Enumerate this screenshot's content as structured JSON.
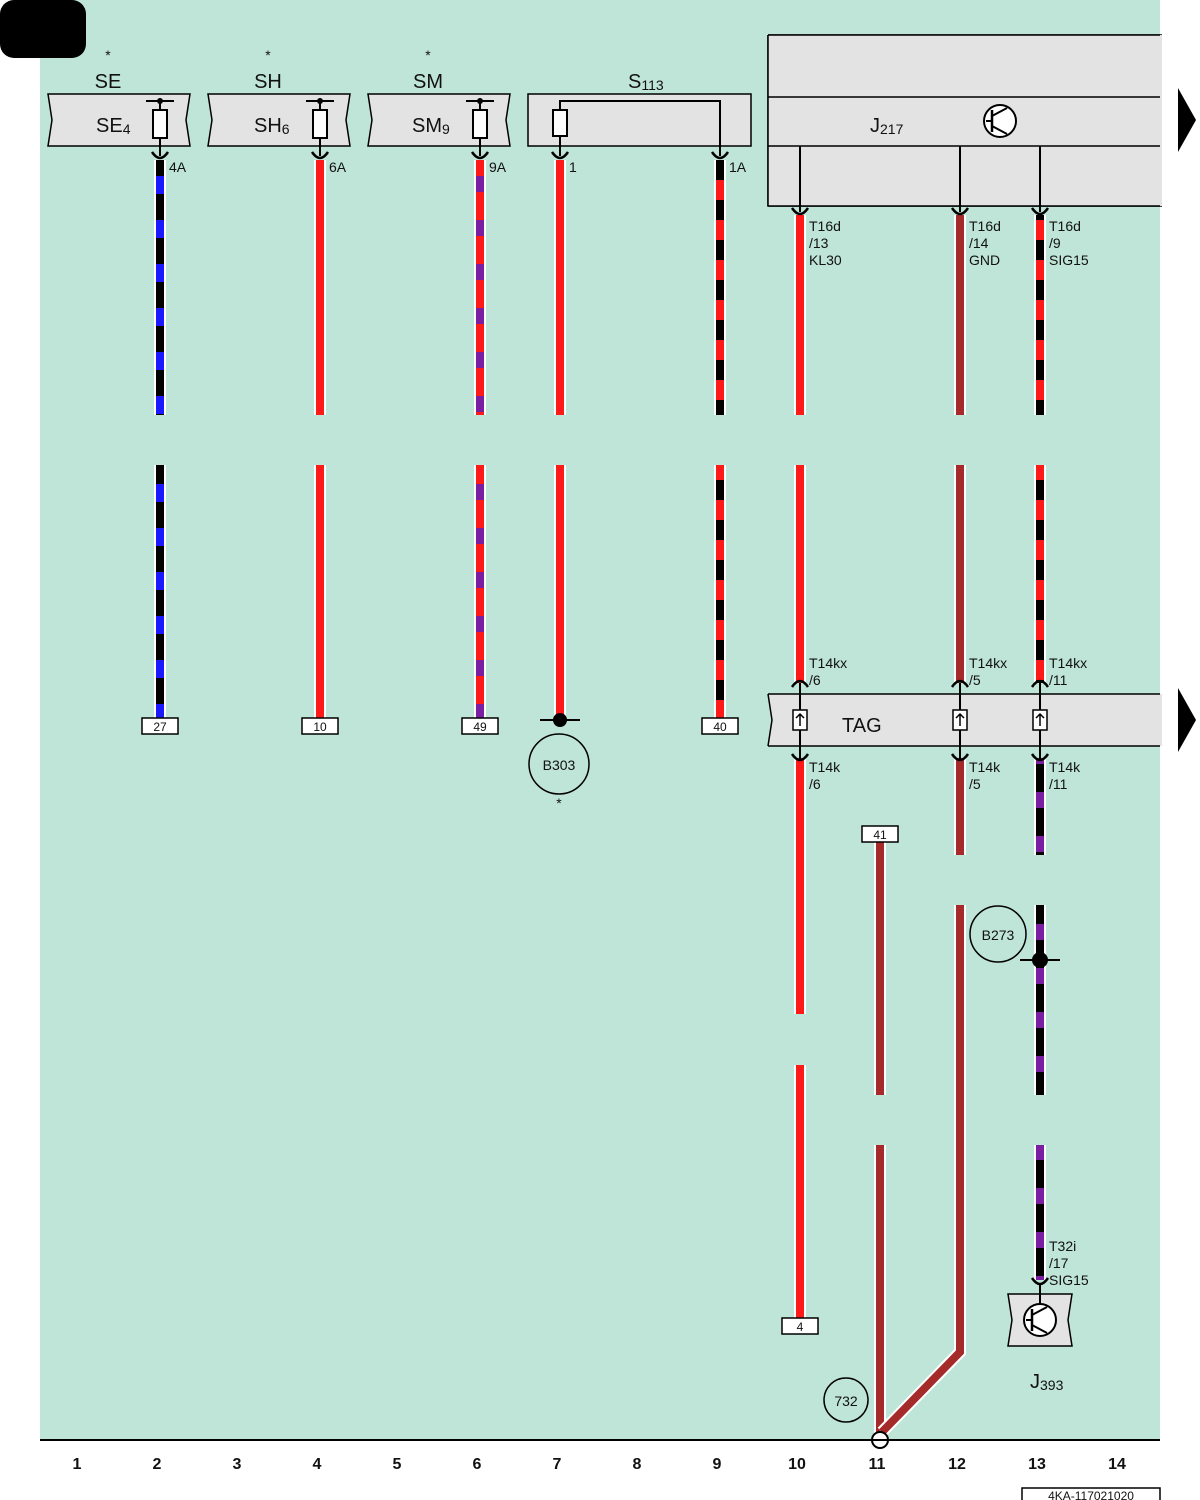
{
  "colors": {
    "background": "#bfe4d8",
    "component": "#e3e3e3",
    "red": "#ff1a1a",
    "brown": "#a52a2a",
    "black": "#000000",
    "blue": "#1a1aff",
    "violet": "#7a1fa2"
  },
  "fuse_holders": [
    {
      "id": "SE",
      "star": "*",
      "name": "SE",
      "fuse_main": "SE",
      "fuse_sub": "4",
      "pin": "4A",
      "connector": "27",
      "wire": "bl/sw"
    },
    {
      "id": "SH",
      "star": "*",
      "name": "SH",
      "fuse_main": "SH",
      "fuse_sub": "6",
      "pin": "6A",
      "connector": "10",
      "wire": "ro"
    },
    {
      "id": "SM",
      "star": "*",
      "name": "SM",
      "fuse_main": "SM",
      "fuse_sub": "9",
      "pin": "9A",
      "connector": "49",
      "wire": "ro/vi"
    }
  ],
  "s113": {
    "main": "S",
    "sub": "113",
    "pin1": "1",
    "pin2": "1A",
    "ground": "B303",
    "ground_star": "*",
    "connector": "40"
  },
  "j217": {
    "main": "J",
    "sub": "217",
    "pins": [
      {
        "l1": "T16d",
        "l2": "/13",
        "l3": "KL30"
      },
      {
        "l1": "T16d",
        "l2": "/14",
        "l3": "GND"
      },
      {
        "l1": "T16d",
        "l2": "/9",
        "l3": "SIG15"
      }
    ]
  },
  "tag": {
    "name": "TAG",
    "top_pins": [
      {
        "l1": "T14kx",
        "l2": "/6"
      },
      {
        "l1": "T14kx",
        "l2": "/5"
      },
      {
        "l1": "T14kx",
        "l2": "/11"
      }
    ],
    "bottom_pins": [
      {
        "l1": "T14k",
        "l2": "/6"
      },
      {
        "l1": "T14k",
        "l2": "/5"
      },
      {
        "l1": "T14k",
        "l2": "/11"
      }
    ]
  },
  "connector_4": "4",
  "connector_41": "41",
  "b273": "B273",
  "ground_732": "732",
  "j393": {
    "main": "J",
    "sub": "393",
    "l1": "T32i",
    "l2": "/17",
    "l3": "SIG15"
  },
  "columns": [
    "1",
    "2",
    "3",
    "4",
    "5",
    "6",
    "7",
    "8",
    "9",
    "10",
    "11",
    "12",
    "13",
    "14"
  ],
  "doc_id": "4KA-117021020"
}
